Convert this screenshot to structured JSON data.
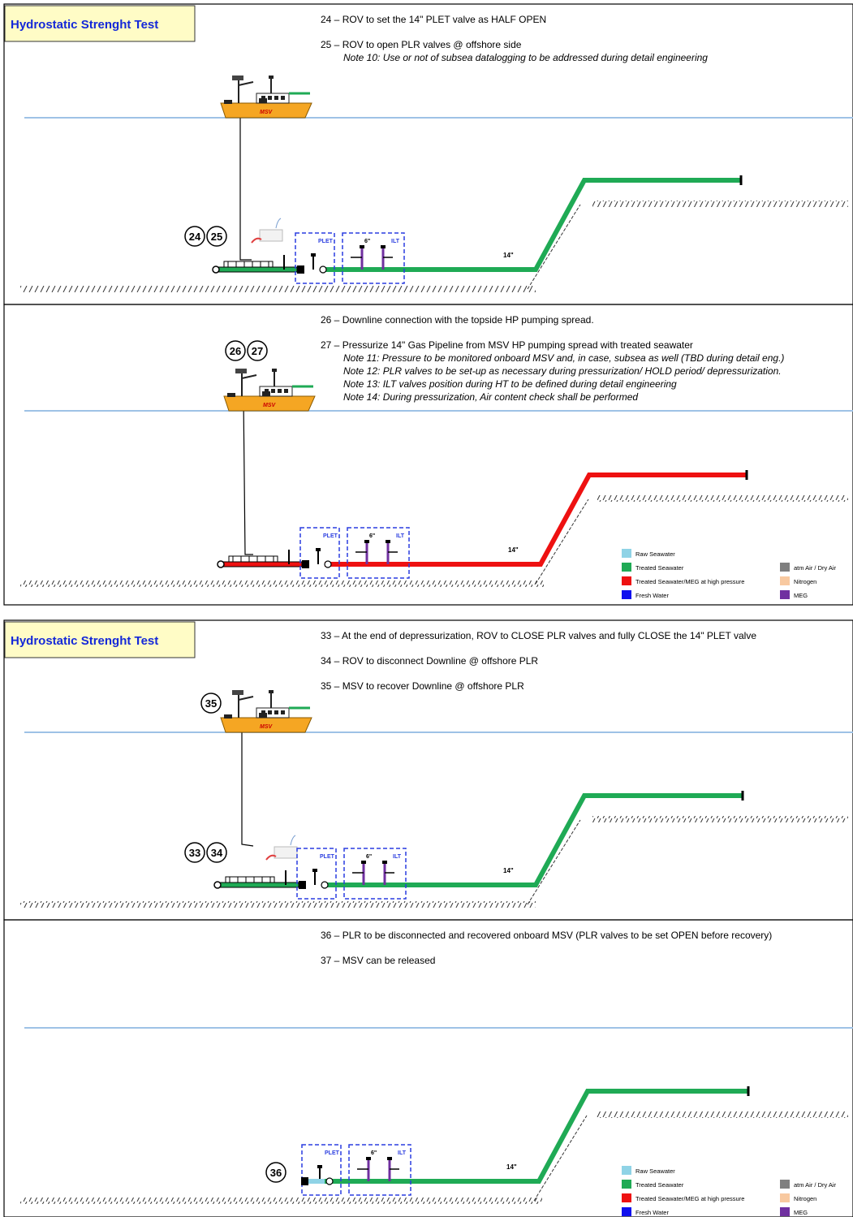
{
  "slides": [
    {
      "title": "Hydrostatic Strenght Test",
      "panels": [
        {
          "steps": [
            {
              "text": "24 – ROV to set the 14\" PLET valve as HALF OPEN",
              "notes": []
            },
            {
              "text": "25 – ROV to open PLR valves @ offshore side",
              "notes": [
                "Note 10: Use or not of subsea datalogging to be addressed during detail engineering"
              ]
            }
          ],
          "badges": [
            "24",
            "25"
          ],
          "pipe_color": "#1faa55",
          "vessel_label": "MSV",
          "labels": {
            "plet": "PLET",
            "ilt": "ILT",
            "six_inch": "6\"",
            "pipe_size": "14\""
          },
          "show_legend": false
        },
        {
          "steps": [
            {
              "text": "26 – Downline connection with the topside HP pumping spread.",
              "notes": []
            },
            {
              "text": "27 – Pressurize 14\" Gas Pipeline from MSV HP pumping spread with treated seawater",
              "notes": [
                "Note 11: Pressure to be monitored onboard MSV and, in case, subsea as well (TBD during detail eng.)",
                "Note 12: PLR valves to be set-up as necessary during pressurization/ HOLD period/ depressurization.",
                "Note 13: ILT valves position during HT to be defined during detail engineering",
                "Note 14: During pressurization, Air content check shall be performed"
              ]
            }
          ],
          "badges": [
            "26",
            "27"
          ],
          "pipe_color": "#ee1111",
          "vessel_label": "MSV",
          "labels": {
            "plet": "PLET",
            "ilt": "ILT",
            "six_inch": "6\"",
            "pipe_size": "14\""
          },
          "show_legend": true
        }
      ]
    },
    {
      "title": "Hydrostatic Strenght Test",
      "panels": [
        {
          "steps": [
            {
              "text": "33 – At the end of depressurization, ROV to CLOSE PLR valves and fully CLOSE the 14\" PLET valve",
              "notes": []
            },
            {
              "text": "34 – ROV to disconnect Downline @ offshore PLR",
              "notes": []
            },
            {
              "text": "35 – MSV to recover Downline @ offshore PLR",
              "notes": []
            }
          ],
          "badges": [
            "33",
            "34"
          ],
          "vessel_badge": "35",
          "pipe_color": "#1faa55",
          "vessel_label": "MSV",
          "labels": {
            "plet": "PLET",
            "ilt": "ILT",
            "six_inch": "6\"",
            "pipe_size": "14\""
          },
          "show_legend": false
        },
        {
          "steps": [
            {
              "text": "36 – PLR to be disconnected and recovered onboard MSV (PLR valves to be set OPEN before recovery)",
              "notes": []
            },
            {
              "text": "37 – MSV can be released",
              "notes": []
            }
          ],
          "badges": [
            "36"
          ],
          "pipe_color": "#1faa55",
          "labels": {
            "plet": "PLET",
            "ilt": "ILT",
            "six_inch": "6\"",
            "pipe_size": "14\""
          },
          "show_legend": true
        }
      ]
    }
  ],
  "legend": [
    {
      "label": "Raw Seawater",
      "color": "#8fd3e6"
    },
    {
      "label": "Treated Seawater",
      "color": "#1faa55"
    },
    {
      "label": "Treated Seawater/MEG at high pressure",
      "color": "#ee1111"
    },
    {
      "label": "Fresh Water",
      "color": "#1010ee"
    },
    {
      "label": "atm Air / Dry Air",
      "color": "#7f7f7f"
    },
    {
      "label": "Nitrogen",
      "color": "#f8c9a0"
    },
    {
      "label": "MEG",
      "color": "#7030a0"
    }
  ]
}
